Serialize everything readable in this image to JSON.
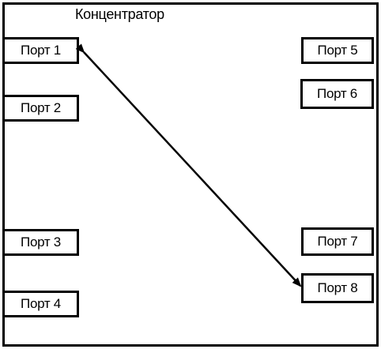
{
  "hub": {
    "title": "Концентратор"
  },
  "ports": {
    "p1": "Порт 1",
    "p2": "Порт 2",
    "p3": "Порт 3",
    "p4": "Порт 4",
    "p5": "Порт 5",
    "p6": "Порт 6",
    "p7": "Порт 7",
    "p8": "Порт 8"
  },
  "connection": {
    "from": "p1",
    "to": "p8",
    "bidirectional": true
  },
  "colors": {
    "line": "#000000",
    "background": "#ffffff"
  }
}
